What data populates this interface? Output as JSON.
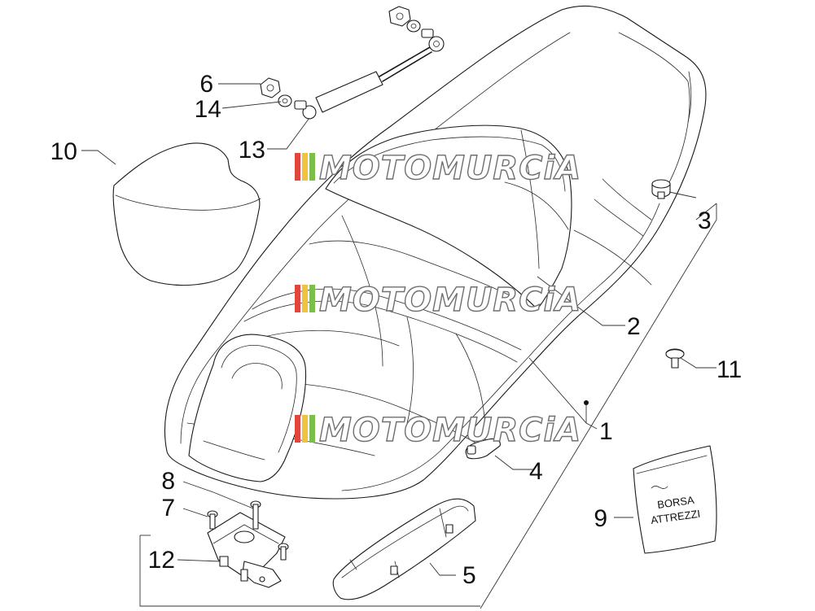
{
  "diagram": {
    "callouts": [
      {
        "id": "1",
        "label": "1"
      },
      {
        "id": "2",
        "label": "2"
      },
      {
        "id": "3",
        "label": "3"
      },
      {
        "id": "4",
        "label": "4"
      },
      {
        "id": "5",
        "label": "5"
      },
      {
        "id": "6",
        "label": "6"
      },
      {
        "id": "7",
        "label": "7"
      },
      {
        "id": "8",
        "label": "8"
      },
      {
        "id": "9",
        "label": "9"
      },
      {
        "id": "10",
        "label": "10"
      },
      {
        "id": "11",
        "label": "11"
      },
      {
        "id": "12",
        "label": "12"
      },
      {
        "id": "13",
        "label": "13"
      },
      {
        "id": "14",
        "label": "14"
      }
    ],
    "tool_bag_text": [
      "BORSA",
      "ATTREZZI"
    ],
    "watermark": "MOTOMURCiA",
    "watermark_stripe_colors": [
      "#e0463c",
      "#f2c23a",
      "#7bbf4a"
    ]
  }
}
